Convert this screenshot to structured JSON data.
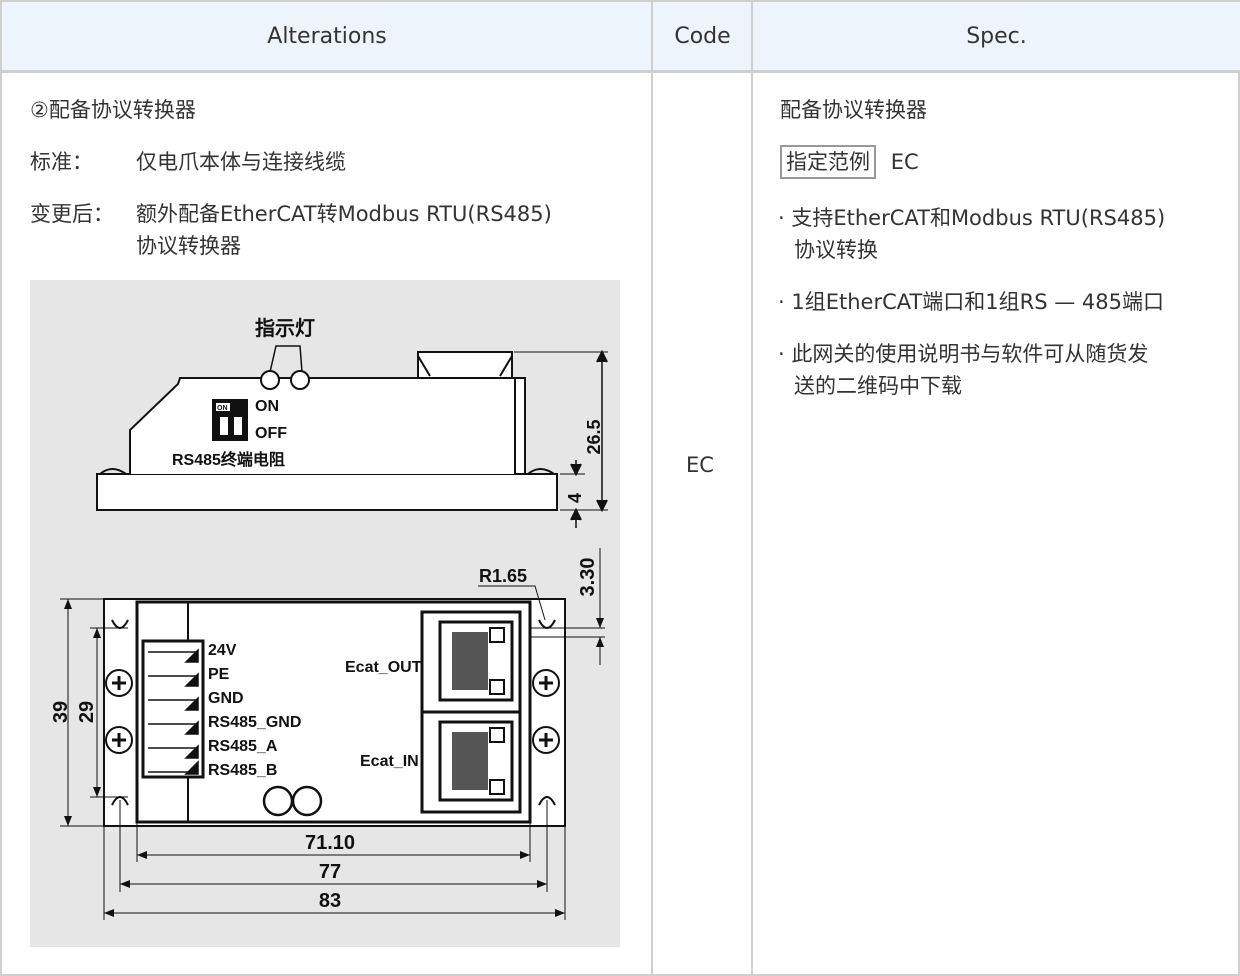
{
  "header": {
    "alterations": "Alterations",
    "code": "Code",
    "spec": "Spec."
  },
  "alterations": {
    "title": "②配备协议转换器",
    "standard_label": "标准：",
    "standard_value": "仅电爪本体与连接线缆",
    "after_label": "变更后：",
    "after_value_line1": "额外配备EtherCAT转Modbus RTU(RS485)",
    "after_value_line2": "协议转换器"
  },
  "drawing": {
    "indicator": "指示灯",
    "on": "ON",
    "off": "OFF",
    "dip_on": "ON",
    "terminator": "RS485终端电阻",
    "dim_height": "26.5",
    "dim_base": "4",
    "dim_r": "R1.65",
    "dim_330": "3.30",
    "dim_39": "39",
    "dim_29": "29",
    "dim_7110": "71.10",
    "dim_77": "77",
    "dim_83": "83",
    "terminals": [
      "24V",
      "PE",
      "GND",
      "RS485_GND",
      "RS485_A",
      "RS485_B"
    ],
    "ecat_out": "Ecat_OUT",
    "ecat_in": "Ecat_IN"
  },
  "code": {
    "value": "EC"
  },
  "spec": {
    "title": "配备协议转换器",
    "example_label": "指定范例",
    "example_value": "EC",
    "bullets": [
      {
        "line1": "· 支持EtherCAT和Modbus RTU(RS485)",
        "line2": "协议转换"
      },
      {
        "line1": "· 1组EtherCAT端口和1组RS — 485端口",
        "line2": ""
      },
      {
        "line1": "· 此网关的使用说明书与软件可从随货发",
        "line2": "送的二维码中下载"
      }
    ]
  }
}
